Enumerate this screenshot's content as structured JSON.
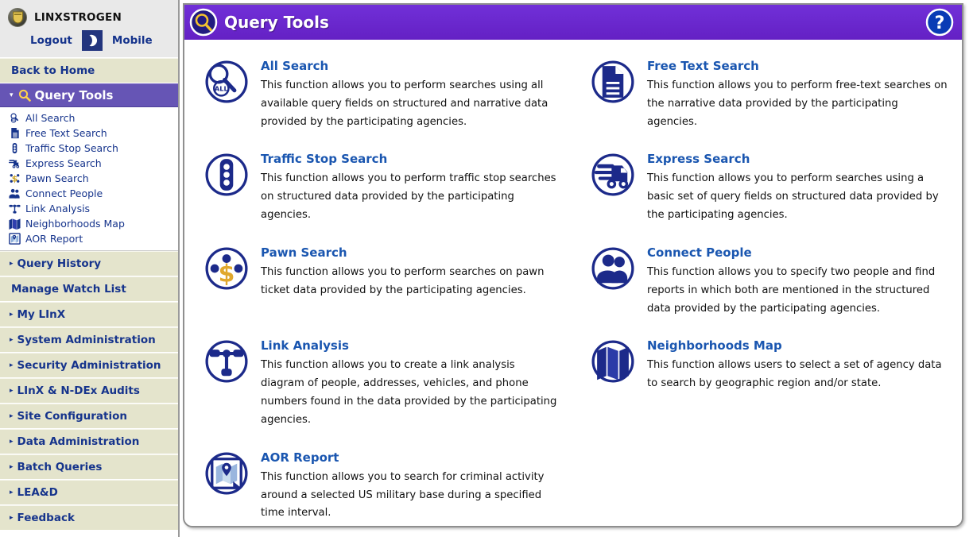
{
  "colors": {
    "accent_purple": "#6b23cf",
    "sidebar_active": "#6655b5",
    "nav_beige": "#e4e4cc",
    "link_blue": "#16348c",
    "title_blue": "#1a56b0",
    "icon_navy": "#1c2a8a",
    "icon_gold": "#e8b830"
  },
  "user": {
    "name": "LINXSTROGEN",
    "badge_icon": "shield-badge-icon",
    "logout_label": "Logout",
    "mobile_label": "Mobile",
    "mobile_icon": "moon-icon"
  },
  "sidebar": {
    "back_home_label": "Back to Home",
    "active_section": {
      "label": "Query Tools",
      "icon": "magnifier-icon",
      "caret": "▾"
    },
    "subitems": [
      {
        "label": "All Search",
        "icon": "magnifier-all-icon"
      },
      {
        "label": "Free Text Search",
        "icon": "document-icon"
      },
      {
        "label": "Traffic Stop Search",
        "icon": "traffic-light-icon"
      },
      {
        "label": "Express Search",
        "icon": "truck-icon"
      },
      {
        "label": "Pawn Search",
        "icon": "dollar-dots-icon"
      },
      {
        "label": "Connect People",
        "icon": "people-icon"
      },
      {
        "label": "Link Analysis",
        "icon": "link-node-icon"
      },
      {
        "label": "Neighborhoods Map",
        "icon": "map-icon"
      },
      {
        "label": "AOR Report",
        "icon": "map-report-icon"
      }
    ],
    "sections": [
      {
        "label": "Query History",
        "caret": "▸",
        "expandable": true
      },
      {
        "label": "Manage Watch List",
        "caret": "",
        "expandable": false
      },
      {
        "label": "My LInX",
        "caret": "▸",
        "expandable": true
      },
      {
        "label": "System Administration",
        "caret": "▸",
        "expandable": true
      },
      {
        "label": "Security Administration",
        "caret": "▸",
        "expandable": true
      },
      {
        "label": "LInX & N-DEx Audits",
        "caret": "▸",
        "expandable": true
      },
      {
        "label": "Site Configuration",
        "caret": "▸",
        "expandable": true
      },
      {
        "label": "Data Administration",
        "caret": "▸",
        "expandable": true
      },
      {
        "label": "Batch Queries",
        "caret": "▸",
        "expandable": true
      },
      {
        "label": "LEA&D",
        "caret": "▸",
        "expandable": true
      },
      {
        "label": "Feedback",
        "caret": "▸",
        "expandable": true
      }
    ]
  },
  "panel": {
    "title": "Query Tools",
    "title_icon": "magnifier-icon",
    "help_icon": "help-question-icon",
    "help_label": "?"
  },
  "tools": [
    {
      "title": "All Search",
      "icon": "magnifier-all-icon",
      "desc": "This function allows you to perform searches using all available query fields on structured and narrative data provided by the participating agencies."
    },
    {
      "title": "Free Text Search",
      "icon": "document-icon",
      "desc": "This function allows you to perform free-text searches on the narrative data provided by the participating agencies."
    },
    {
      "title": "Traffic Stop Search",
      "icon": "traffic-light-icon",
      "desc": "This function allows you to perform traffic stop searches on structured data provided by the participating agencies."
    },
    {
      "title": "Express Search",
      "icon": "truck-icon",
      "desc": "This function allows you to perform searches using a basic set of query fields on structured data provided by the participating agencies."
    },
    {
      "title": "Pawn Search",
      "icon": "dollar-dots-icon",
      "desc": "This function allows you to perform searches on pawn ticket data provided by the participating agencies."
    },
    {
      "title": "Connect People",
      "icon": "people-icon",
      "desc": "This function allows you to specify two people and find reports in which both are mentioned in the structured data provided by the participating agencies."
    },
    {
      "title": "Link Analysis",
      "icon": "link-node-icon",
      "desc": "This function allows you to create a link analysis diagram of people, addresses, vehicles, and phone numbers found in the data provided by the participating agencies."
    },
    {
      "title": "Neighborhoods Map",
      "icon": "map-icon",
      "desc": "This function allows users to select a set of agency data to search by geographic region and/or state."
    },
    {
      "title": "AOR Report",
      "icon": "map-report-icon",
      "desc": "This function allows you to search for criminal activity around a selected US military base during a specified time interval."
    }
  ]
}
